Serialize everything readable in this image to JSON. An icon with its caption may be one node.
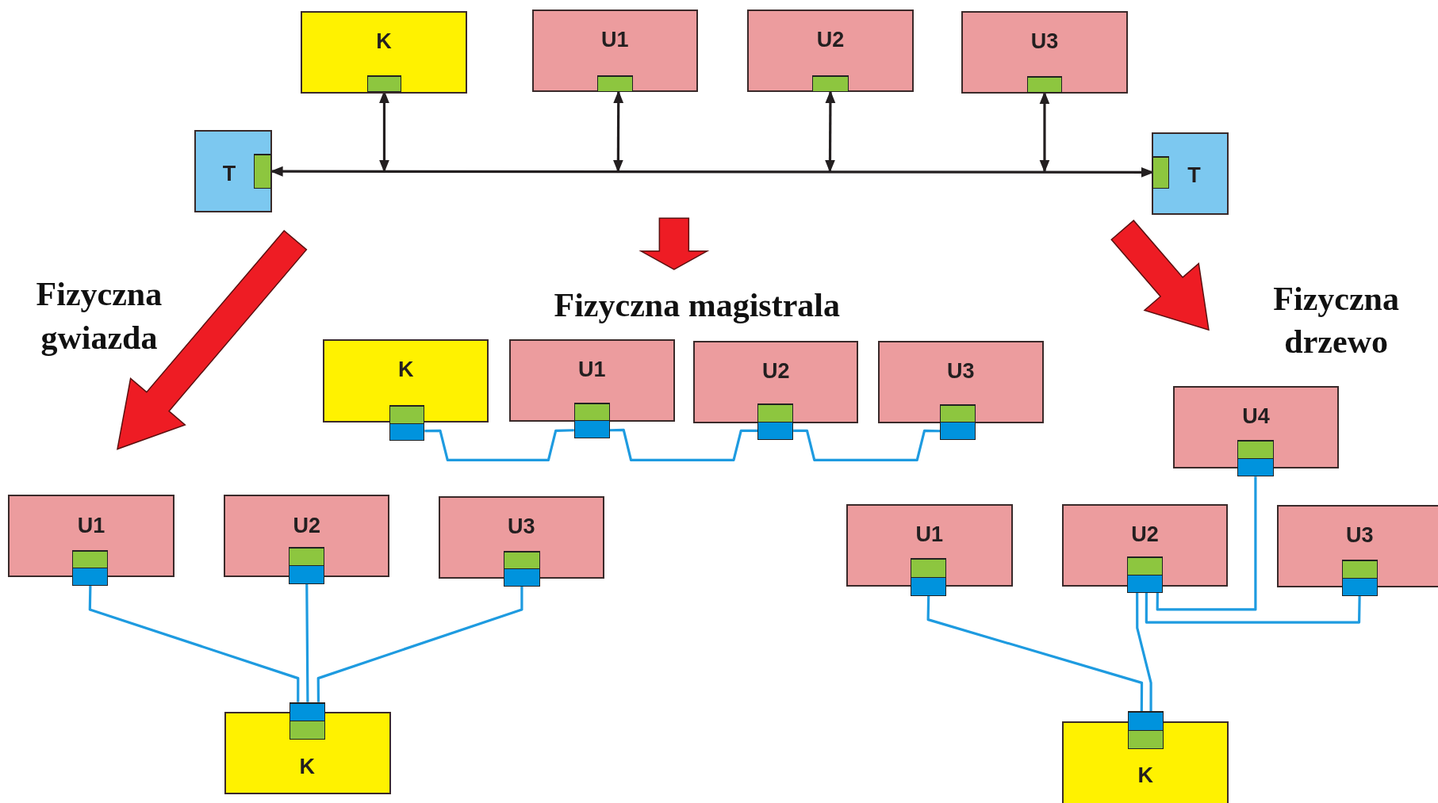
{
  "diagram": {
    "nodes": [
      {
        "text": [
          "K"
        ]
      },
      {
        "text": [],
        "shape": "box",
        "in": 0
      },
      {
        "text": [
          "U1"
        ]
      },
      {
        "text": [],
        "shape": "box",
        "in": 2
      },
      {
        "text": [
          "U2"
        ]
      },
      {
        "text": [],
        "shape": "box",
        "in": 4
      },
      {
        "text": [
          "U3"
        ]
      },
      {
        "text": [],
        "shape": "box",
        "in": 6
      },
      {
        "text": [
          "T"
        ]
      },
      {
        "text": [],
        "shape": "box",
        "in": 8
      },
      {
        "text": [
          "T"
        ]
      },
      {
        "text": [],
        "shape": "box",
        "in": 10
      },
      {
        "text": [
          "K"
        ]
      },
      {
        "text": [],
        "shape": "box"
      },
      {
        "text": [
          "U1"
        ]
      },
      {
        "text": [],
        "shape": "box"
      },
      {
        "text": [
          "U2"
        ]
      },
      {
        "text": [],
        "shape": "box"
      },
      {
        "text": [
          "U3"
        ]
      },
      {
        "text": [],
        "shape": "box"
      },
      {
        "text": [
          "U1"
        ]
      },
      {
        "text": [],
        "shape": "box"
      },
      {
        "text": [
          "U2"
        ]
      },
      {
        "text": [],
        "shape": "box"
      },
      {
        "text": [
          "U3"
        ]
      },
      {
        "text": [],
        "shape": "box"
      },
      {
        "text": [
          "K"
        ]
      },
      {
        "text": [],
        "shape": "box"
      },
      {
        "text": [
          "U4"
        ]
      },
      {
        "text": [],
        "shape": "box"
      },
      {
        "text": [
          "U1"
        ]
      },
      {
        "text": [],
        "shape": "box"
      },
      {
        "text": [
          "U2"
        ]
      },
      {
        "text": [],
        "shape": "box"
      },
      {
        "text": [
          "U3"
        ]
      },
      {
        "text": [],
        "shape": "box"
      },
      {
        "text": [
          "K"
        ]
      },
      {
        "text": [],
        "shape": "box"
      }
    ],
    "edges": [
      {
        "from": 9,
        "to": 11,
        "arrow": "both",
        "color": "#231f20"
      },
      {
        "from": 1,
        "to": null,
        "arrow": "both",
        "color": "#231f20"
      },
      {
        "from": 3,
        "to": null,
        "arrow": "both",
        "color": "#231f20"
      },
      {
        "from": 5,
        "to": null,
        "arrow": "both",
        "color": "#231f20"
      },
      {
        "from": 7,
        "to": null,
        "arrow": "both",
        "color": "#231f20"
      },
      {
        "from": 13,
        "to": 15,
        "arrow": "none"
      },
      {
        "from": 15,
        "to": 17,
        "arrow": "none"
      },
      {
        "from": 17,
        "to": 19,
        "arrow": "none"
      },
      {
        "from": 21,
        "to": 27,
        "arrow": "none"
      },
      {
        "from": 23,
        "to": 27,
        "arrow": "none"
      },
      {
        "from": 25,
        "to": 27,
        "arrow": "none"
      },
      {
        "from": 31,
        "to": 37,
        "arrow": "none"
      },
      {
        "from": 33,
        "to": 37,
        "arrow": "none"
      },
      {
        "from": 29,
        "to": 33,
        "arrow": "none"
      },
      {
        "from": 35,
        "to": 33,
        "arrow": "none"
      }
    ],
    "labels": [
      "Fizyczna gwiazda",
      "Fizyczna magistrala",
      "Fizyczna drzewo"
    ]
  }
}
